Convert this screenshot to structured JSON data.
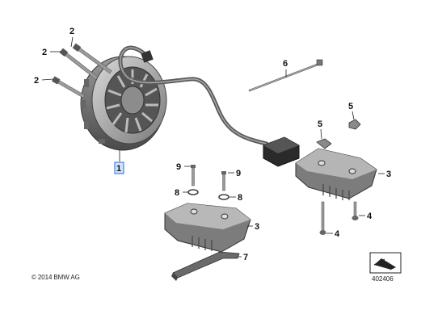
{
  "diagram": {
    "callouts": [
      {
        "id": "c2a",
        "label": "2"
      },
      {
        "id": "c2b",
        "label": "2"
      },
      {
        "id": "c2c",
        "label": "2"
      },
      {
        "id": "c1",
        "label": "1",
        "highlighted": true
      },
      {
        "id": "c6",
        "label": "6"
      },
      {
        "id": "c5a",
        "label": "5"
      },
      {
        "id": "c5b",
        "label": "5"
      },
      {
        "id": "c3a",
        "label": "3"
      },
      {
        "id": "c4a",
        "label": "4"
      },
      {
        "id": "c4b",
        "label": "4"
      },
      {
        "id": "c9a",
        "label": "9"
      },
      {
        "id": "c9b",
        "label": "9"
      },
      {
        "id": "c8a",
        "label": "8"
      },
      {
        "id": "c8b",
        "label": "8"
      },
      {
        "id": "c3b",
        "label": "3"
      },
      {
        "id": "c7",
        "label": "7"
      }
    ],
    "highlight_color": "#2b6cd4"
  },
  "footer": {
    "copyright": "© 2014 BMW AG",
    "document_number": "402406"
  },
  "icons": {
    "bottom_right": "folded-sheet-icon"
  }
}
